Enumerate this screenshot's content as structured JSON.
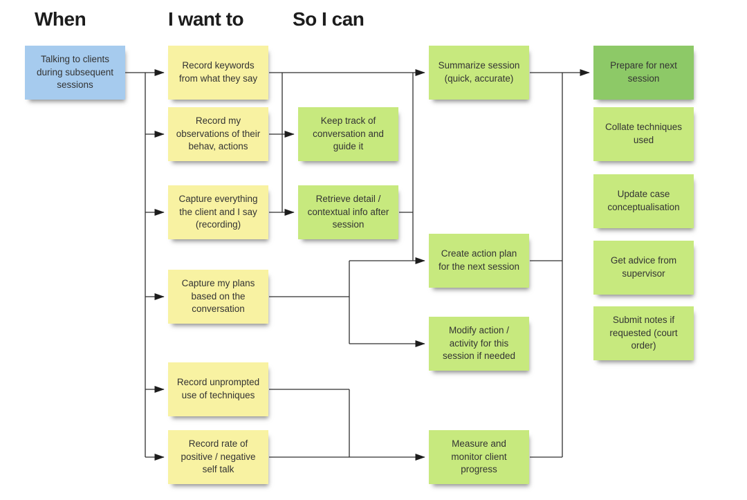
{
  "headers": {
    "when": "When",
    "i_want_to": "I want to",
    "so_i_can": "So I can"
  },
  "notes": {
    "talking_clients": "Talking to clients during subsequent sessions",
    "record_keywords": "Record keywords from what they say",
    "record_observations": "Record my observations of their behav, actions",
    "capture_everything": "Capture everything the client and I say (recording)",
    "capture_plans": "Capture my plans based on the conversation",
    "record_unprompted": "Record unprompted use of techniques",
    "record_rate": "Record rate of positive / negative self talk",
    "keep_track": "Keep track of conversation and guide it",
    "retrieve_detail": "Retrieve detail / contextual info after session",
    "summarize_session": "Summarize session (quick, accurate)",
    "create_action_plan": "Create action plan for the next session",
    "modify_action": "Modify action / activity for this session if needed",
    "measure_monitor": "Measure and monitor client progress",
    "prepare_next": "Prepare for next session",
    "collate_techniques": "Collate techniques used",
    "update_case": "Update case conceptualisation",
    "get_advice": "Get advice from supervisor",
    "submit_notes": "Submit notes if requested (court order)"
  },
  "edges": [
    {
      "from": "talking_clients",
      "to": "record_keywords"
    },
    {
      "from": "talking_clients",
      "to": "record_observations"
    },
    {
      "from": "talking_clients",
      "to": "capture_everything"
    },
    {
      "from": "talking_clients",
      "to": "capture_plans"
    },
    {
      "from": "talking_clients",
      "to": "record_unprompted"
    },
    {
      "from": "talking_clients",
      "to": "record_rate"
    },
    {
      "from": "record_keywords",
      "to": "summarize_session"
    },
    {
      "from": "record_keywords",
      "to": "keep_track"
    },
    {
      "from": "record_observations",
      "to": "keep_track"
    },
    {
      "from": "record_keywords",
      "to": "retrieve_detail"
    },
    {
      "from": "capture_everything",
      "to": "retrieve_detail"
    },
    {
      "from": "retrieve_detail",
      "to": "create_action_plan"
    },
    {
      "from": "capture_plans",
      "to": "create_action_plan"
    },
    {
      "from": "capture_plans",
      "to": "modify_action"
    },
    {
      "from": "record_unprompted",
      "to": "measure_monitor"
    },
    {
      "from": "record_rate",
      "to": "measure_monitor"
    },
    {
      "from": "summarize_session",
      "to": "prepare_next"
    },
    {
      "from": "create_action_plan",
      "to": "prepare_next"
    },
    {
      "from": "measure_monitor",
      "to": "prepare_next"
    }
  ],
  "colors": {
    "background": "#ffffff",
    "note_blue": "#a6cbee",
    "note_yellow": "#f8f2a2",
    "note_green": "#c7e97e",
    "note_green_dark": "#8dc967",
    "connector": "#2e2e2e",
    "text": "#333333"
  }
}
